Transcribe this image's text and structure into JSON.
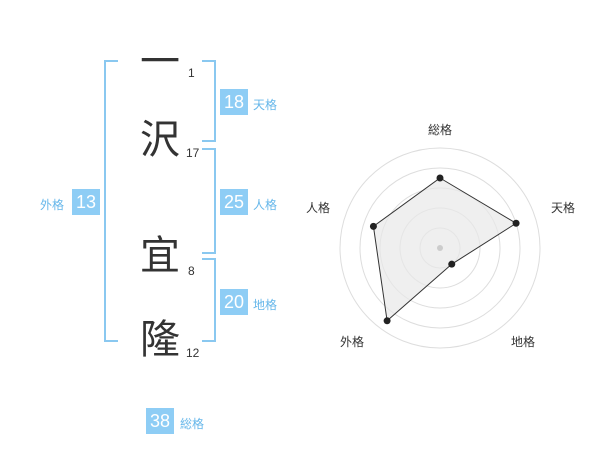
{
  "name": {
    "chars": [
      {
        "char": "一",
        "strokes": "1"
      },
      {
        "char": "沢",
        "strokes": "17"
      },
      {
        "char": "宜",
        "strokes": "8"
      },
      {
        "char": "隆",
        "strokes": "12"
      }
    ]
  },
  "fortunes": {
    "tenkaku": {
      "value": "18",
      "label": "天格"
    },
    "jinkaku": {
      "value": "25",
      "label": "人格"
    },
    "chikaku": {
      "value": "20",
      "label": "地格"
    },
    "gaikaku": {
      "value": "13",
      "label": "外格"
    },
    "soukaku": {
      "value": "38",
      "label": "総格"
    }
  },
  "colors": {
    "accent": "#8ecdf5",
    "bracket": "#8ac8f0",
    "label": "#66b7ea"
  },
  "chart_data": {
    "type": "radar",
    "axes": [
      "総格",
      "天格",
      "地格",
      "外格",
      "人格"
    ],
    "levels": 5,
    "values": [
      3.5,
      4.0,
      1.0,
      4.5,
      3.5
    ],
    "max": 5
  }
}
